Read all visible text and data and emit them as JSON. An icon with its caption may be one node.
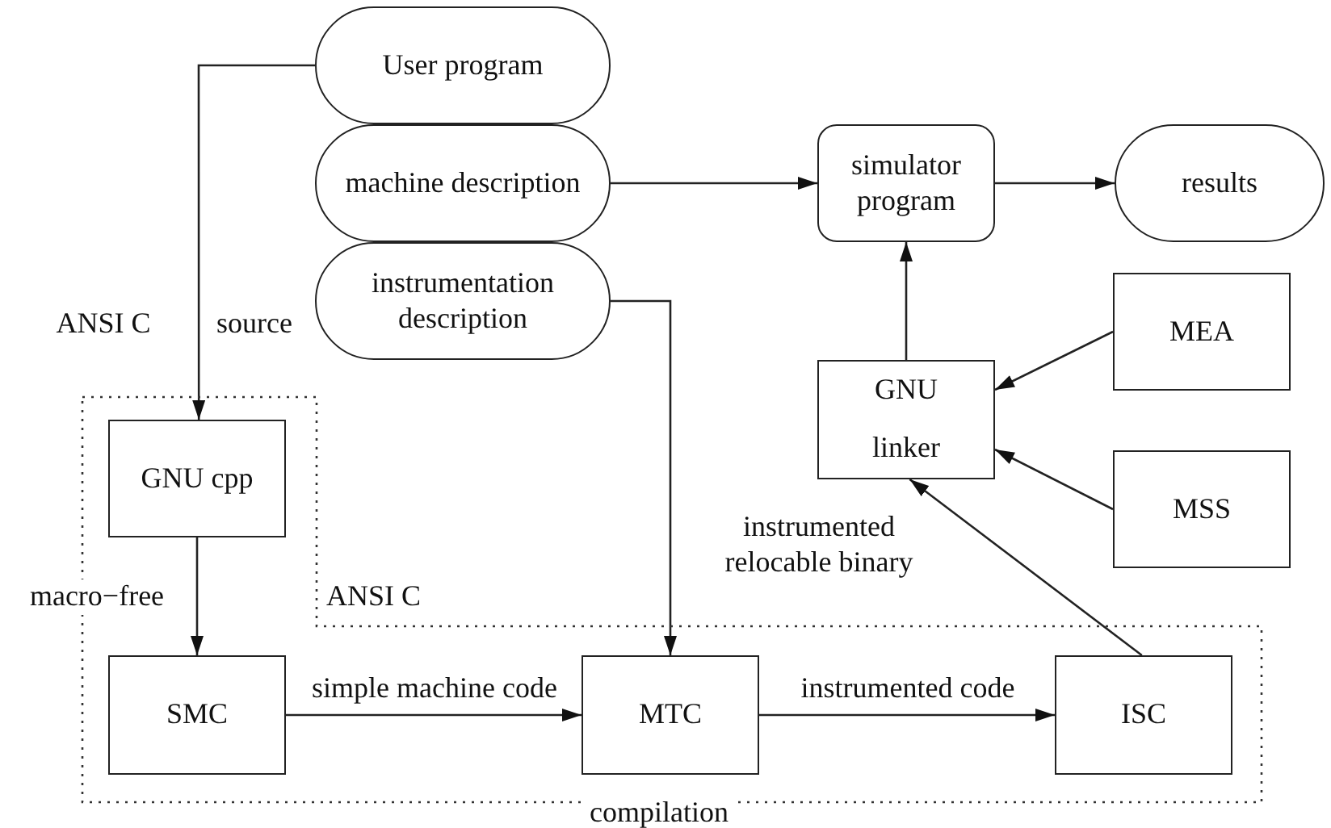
{
  "diagram": {
    "nodes": [
      {
        "text": [
          "compilation"
        ]
      },
      {
        "text": [
          "User program"
        ]
      },
      {
        "text": [
          "machine description"
        ]
      },
      {
        "text": [
          "instrumentation description"
        ]
      },
      {
        "text": [
          "simulator program"
        ]
      },
      {
        "text": [
          "results"
        ]
      },
      {
        "text": [
          "MEA"
        ]
      },
      {
        "text": [
          "GNU linker"
        ]
      },
      {
        "text": [
          "MSS"
        ]
      },
      {
        "text": [
          "GNU cpp"
        ],
        "in": 0
      },
      {
        "text": [
          "SMC"
        ],
        "in": 0
      },
      {
        "text": [
          "MTC"
        ],
        "in": 0
      },
      {
        "text": [
          "ISC"
        ],
        "in": 0
      }
    ],
    "edges": [
      {
        "from": 1,
        "to": 9,
        "arrow": "to",
        "label": "ANSI C"
      },
      {
        "from": 2,
        "to": 4,
        "arrow": "to"
      },
      {
        "from": 3,
        "to": 11,
        "arrow": "to"
      },
      {
        "from": 4,
        "to": 5,
        "arrow": "to"
      },
      {
        "from": 7,
        "to": 4,
        "arrow": "to"
      },
      {
        "from": 6,
        "to": 7,
        "arrow": "to"
      },
      {
        "from": 8,
        "to": 7,
        "arrow": "to"
      },
      {
        "from": 12,
        "to": 7,
        "arrow": "to",
        "label": "instrumented relocable binary"
      },
      {
        "from": 9,
        "to": 10,
        "arrow": "to",
        "label": "macro−free"
      },
      {
        "from": 10,
        "to": 11,
        "arrow": "to",
        "label": "simple machine code"
      },
      {
        "from": 11,
        "to": 12,
        "arrow": "to",
        "label": "instrumented code"
      }
    ],
    "labels": [
      "source",
      "ANSI C"
    ]
  }
}
